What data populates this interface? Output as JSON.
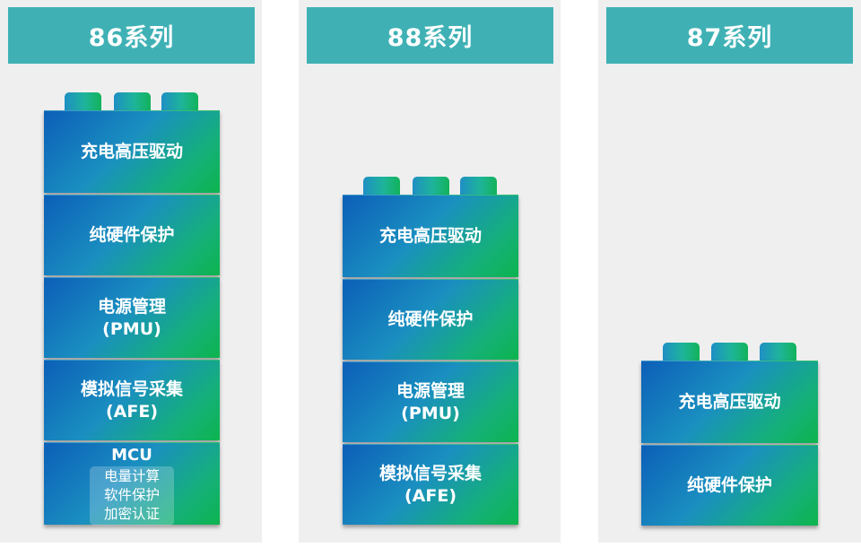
{
  "colors": {
    "panel_bg": "#efefef",
    "header_bg": "#3fb1b5",
    "block_gradient_start": "#0c5fb8",
    "block_gradient_end": "#0db44e",
    "text": "#ffffff"
  },
  "series": [
    {
      "title": "86系列",
      "blocks": [
        {
          "lines": [
            "充电高压驱动"
          ]
        },
        {
          "lines": [
            "纯硬件保护"
          ]
        },
        {
          "lines": [
            "电源管理",
            "(PMU)"
          ]
        },
        {
          "lines": [
            "模拟信号采集",
            "(AFE)"
          ]
        },
        {
          "title": "MCU",
          "sub_lines": [
            "电量计算",
            "软件保护",
            "加密认证"
          ]
        }
      ]
    },
    {
      "title": "88系列",
      "blocks": [
        {
          "lines": [
            "充电高压驱动"
          ]
        },
        {
          "lines": [
            "纯硬件保护"
          ]
        },
        {
          "lines": [
            "电源管理",
            "(PMU)"
          ]
        },
        {
          "lines": [
            "模拟信号采集",
            "(AFE)"
          ]
        }
      ]
    },
    {
      "title": "87系列",
      "blocks": [
        {
          "lines": [
            "充电高压驱动"
          ]
        },
        {
          "lines": [
            "纯硬件保护"
          ]
        }
      ]
    }
  ]
}
